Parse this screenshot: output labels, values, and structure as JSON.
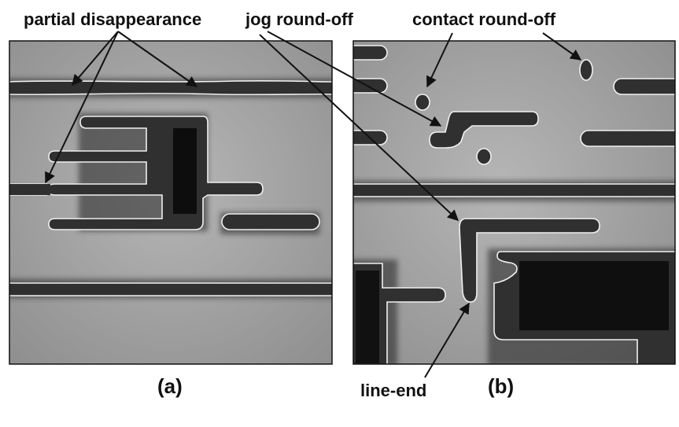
{
  "labels": {
    "partial_disappearance": "partial disappearance",
    "jog_round_off": "jog round-off",
    "contact_round_off": "contact round-off",
    "line_end": "line-end",
    "panel_a": "(a)",
    "panel_b": "(b)"
  },
  "colors": {
    "panel_background": "#a2a2a2",
    "feature_fill": "#303030",
    "feature_dark": "#0c0c0c",
    "contour": "#f0f0f0",
    "frame": "#111111",
    "arrow": "#111111",
    "text": "#111111"
  }
}
